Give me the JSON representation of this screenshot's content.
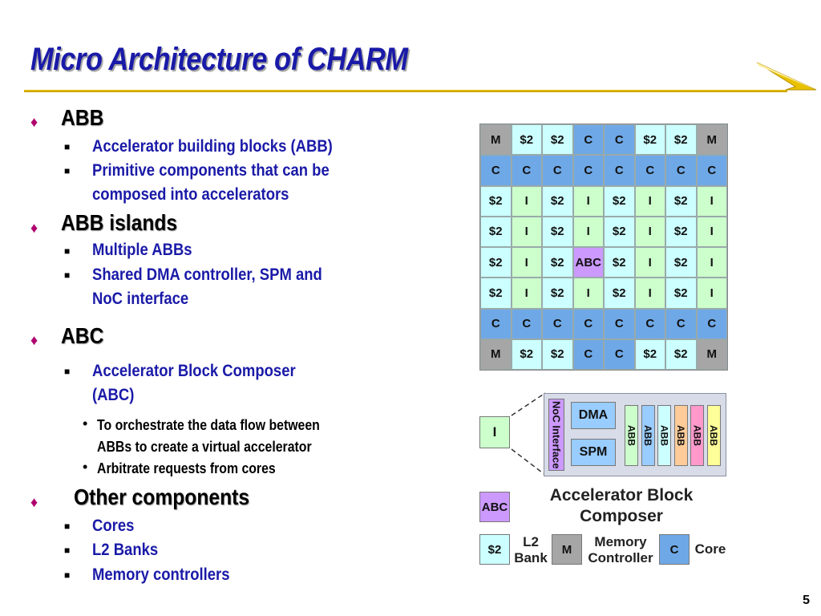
{
  "title": "Micro Architecture of CHARM",
  "bullets": {
    "abb": "ABB",
    "abb_sub1": "Accelerator building blocks (ABB)",
    "abb_sub2a": "Primitive components that can be",
    "abb_sub2b": "composed into accelerators",
    "islands": "ABB islands",
    "islands_sub1": "Multiple ABBs",
    "islands_sub2a": "Shared DMA controller, SPM and",
    "islands_sub2b": "NoC interface",
    "abc": "ABC",
    "abc_sub1a": "Accelerator Block Composer",
    "abc_sub1b": "(ABC)",
    "abc_sub1_pt1a": "To orchestrate the data flow between",
    "abc_sub1_pt1b": "ABBs to create a virtual accelerator",
    "abc_sub1_pt2": "Arbitrate requests from cores",
    "other": "Other components",
    "other_sub1": "Cores",
    "other_sub2": "L2 Banks",
    "other_sub3": "Memory controllers"
  },
  "grid": {
    "rows": [
      [
        "M",
        "$2",
        "$2",
        "C",
        "C",
        "$2",
        "$2",
        "M"
      ],
      [
        "C",
        "C",
        "C",
        "C",
        "C",
        "C",
        "C",
        "C"
      ],
      [
        "$2",
        "I",
        "$2",
        "I",
        "$2",
        "I",
        "$2",
        "I"
      ],
      [
        "$2",
        "I",
        "$2",
        "I",
        "$2",
        "I",
        "$2",
        "I"
      ],
      [
        "$2",
        "I",
        "$2",
        "ABC",
        "$2",
        "I",
        "$2",
        "I"
      ],
      [
        "$2",
        "I",
        "$2",
        "I",
        "$2",
        "I",
        "$2",
        "I"
      ],
      [
        "C",
        "C",
        "C",
        "C",
        "C",
        "C",
        "C",
        "C"
      ],
      [
        "M",
        "$2",
        "$2",
        "C",
        "C",
        "$2",
        "$2",
        "M"
      ]
    ],
    "colors": {
      "M": "#a6a6a6",
      "C": "#6fa8e6",
      "$2": "#ccffff",
      "I": "#ccffcc",
      "ABC": "#cc99ff"
    }
  },
  "island": {
    "i_label": "I",
    "noc": "NoC Interface",
    "dma": "DMA",
    "spm": "SPM",
    "abbs": [
      {
        "label": "ABB",
        "color": "#ccffcc"
      },
      {
        "label": "ABB",
        "color": "#99ccff"
      },
      {
        "label": "ABB",
        "color": "#ccffff"
      },
      {
        "label": "ABB",
        "color": "#ffcc99"
      },
      {
        "label": "ABB",
        "color": "#ff99cc"
      },
      {
        "label": "ABB",
        "color": "#ffff99"
      }
    ]
  },
  "legend": {
    "abc_box": "ABC",
    "abc_text_line1": "Accelerator Block",
    "abc_text_line2": "Composer",
    "l2_box": "$2",
    "l2_text_line1": "L2",
    "l2_text_line2": "Bank",
    "m_box": "M",
    "m_text_line1": "Memory",
    "m_text_line2": "Controller",
    "c_box": "C",
    "c_text": "Core"
  },
  "page_number": "5"
}
